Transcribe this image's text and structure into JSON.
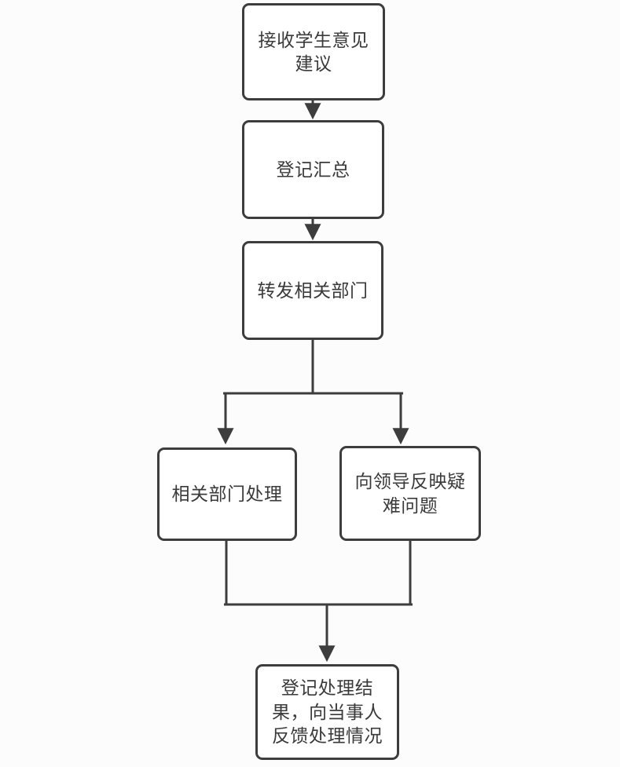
{
  "diagram": {
    "type": "flowchart",
    "direction": "top-down",
    "nodes": [
      {
        "id": "receive",
        "label": "接收学生意见\n建议"
      },
      {
        "id": "register",
        "label": "登记汇总"
      },
      {
        "id": "forward",
        "label": "转发相关部门"
      },
      {
        "id": "dept_handle",
        "label": "相关部门处理"
      },
      {
        "id": "report_leaders",
        "label": "向领导反映疑\n难问题"
      },
      {
        "id": "record_feedback",
        "label": "登记处理结\n果，向当事人\n反馈处理情况"
      }
    ],
    "edges": [
      {
        "from": "receive",
        "to": "register"
      },
      {
        "from": "register",
        "to": "forward"
      },
      {
        "from": "forward",
        "to": "dept_handle"
      },
      {
        "from": "forward",
        "to": "report_leaders"
      },
      {
        "from": "dept_handle",
        "to": "record_feedback"
      },
      {
        "from": "report_leaders",
        "to": "record_feedback"
      }
    ],
    "colors": {
      "canvas_bg": "#fcfcfc",
      "node_fill": "#ffffff",
      "node_border": "#3d3d3d",
      "connector": "#3d3d3d",
      "text": "#3a3a3a"
    }
  }
}
